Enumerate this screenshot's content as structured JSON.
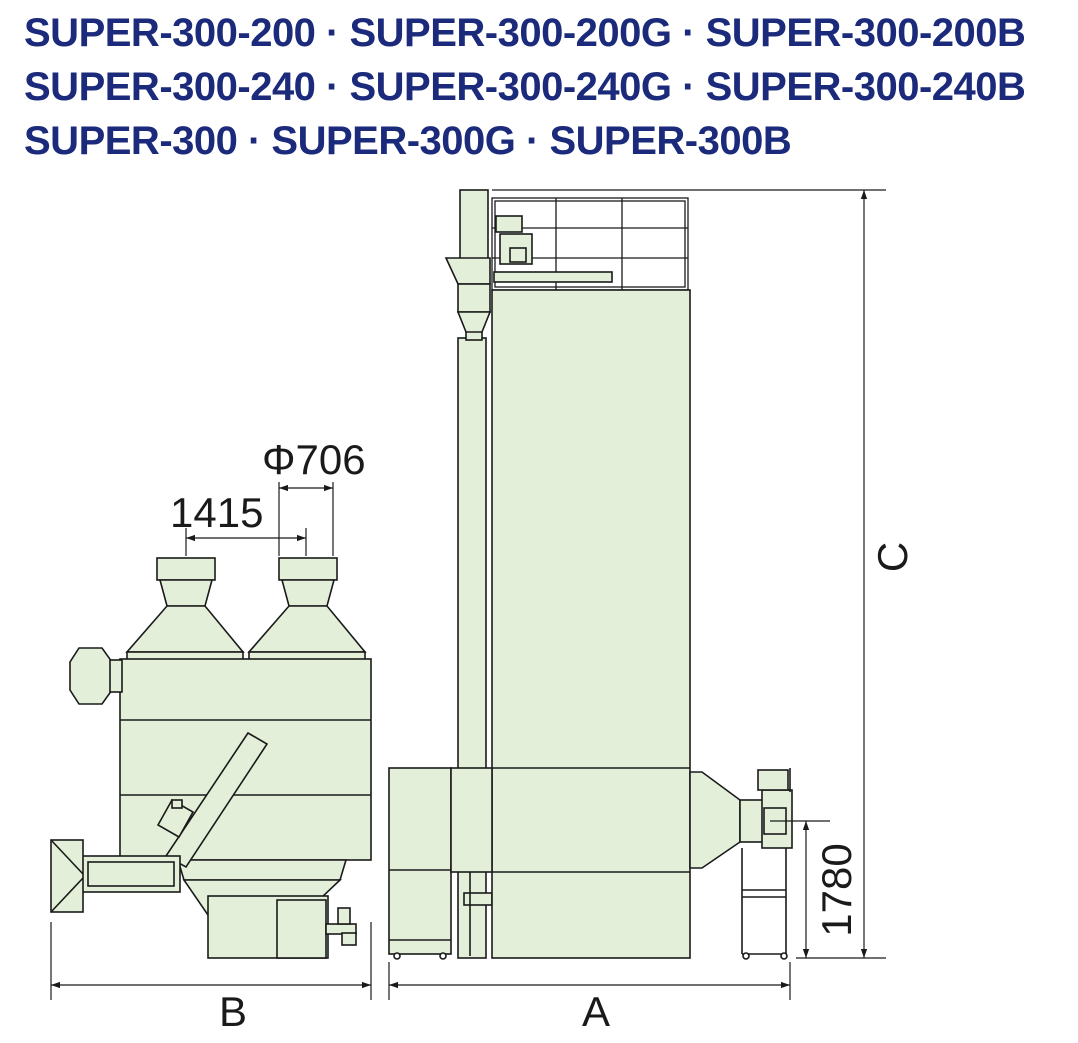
{
  "header": {
    "line1": "SUPER-300-200 · SUPER-300-200G · SUPER-300-200B",
    "line2": "SUPER-300-240 · SUPER-300-240G · SUPER-300-240B",
    "line3": "SUPER-300 · SUPER-300G · SUPER-300B"
  },
  "dimensions": {
    "diameter": "Φ706",
    "spacing": "1415",
    "width_b": "B",
    "width_a": "A",
    "height_c": "C",
    "inlet_height": "1780"
  },
  "colors": {
    "title": "#1b2a7a",
    "fill": "#e3efd9",
    "line": "#1a1a1a"
  }
}
